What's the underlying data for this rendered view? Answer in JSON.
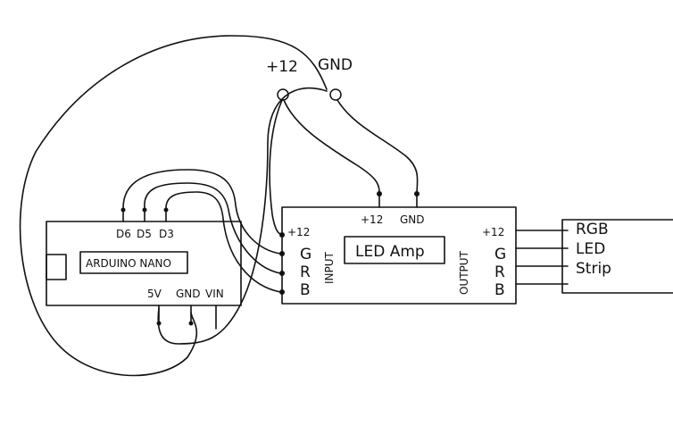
{
  "power": {
    "v12_label": "+12",
    "gnd_label": "GND"
  },
  "arduino": {
    "name": "ARDUINO NANO",
    "pins_top": [
      "D6",
      "D5",
      "D3"
    ],
    "pins_bottom": [
      "5V",
      "GND",
      "VIN"
    ]
  },
  "amp": {
    "name": "LED Amp",
    "top_pins": [
      "+12",
      "GND"
    ],
    "input_label": "INPUT",
    "output_label": "OUTPUT",
    "input_pins": [
      "+12",
      "G",
      "R",
      "B"
    ],
    "output_pins": [
      "+12",
      "G",
      "R",
      "B"
    ]
  },
  "strip": {
    "lines": [
      "RGB",
      "LED",
      "Strip"
    ]
  }
}
